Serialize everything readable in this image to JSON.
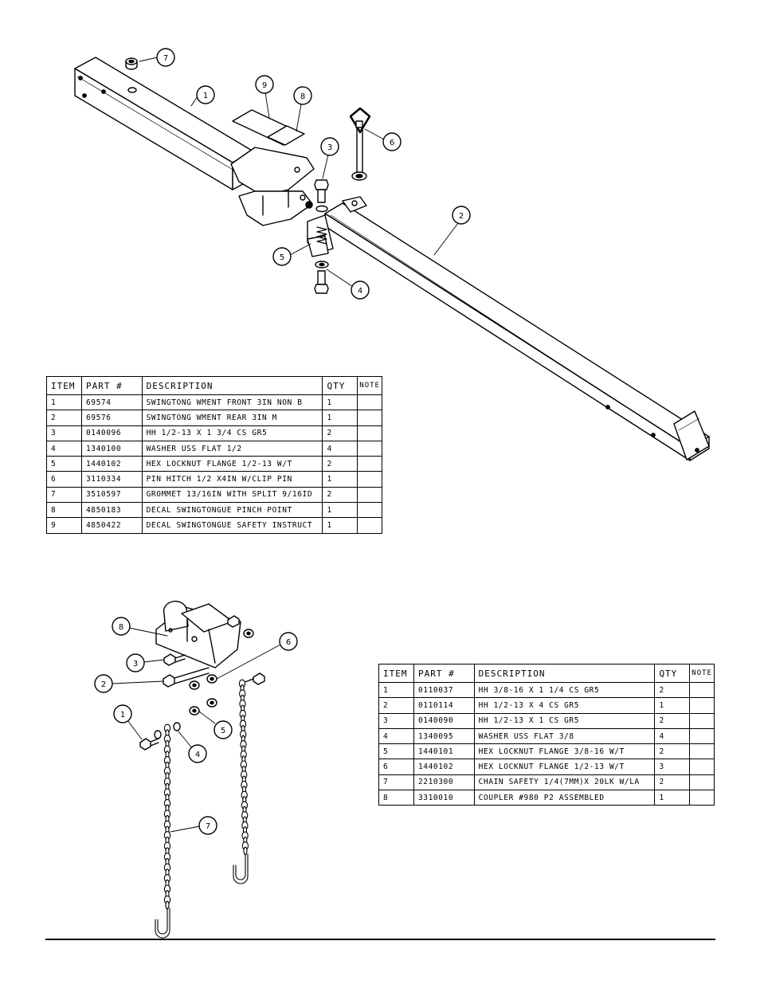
{
  "top_table": {
    "headers": {
      "item": "ITEM",
      "part": "PART #",
      "description": "DESCRIPTION",
      "qty": "QTY",
      "note": "NOTE"
    },
    "rows": [
      {
        "item": "1",
        "part": "69574",
        "description": "SWINGTONG WMENT FRONT 3IN NON B",
        "qty": "1",
        "note": ""
      },
      {
        "item": "2",
        "part": "69576",
        "description": "SWINGTONG WMENT REAR 3IN M",
        "qty": "1",
        "note": ""
      },
      {
        "item": "3",
        "part": "0140096",
        "description": "HH 1/2-13 X 1 3/4 CS GR5",
        "qty": "2",
        "note": ""
      },
      {
        "item": "4",
        "part": "1340100",
        "description": "WASHER USS FLAT 1/2",
        "qty": "4",
        "note": ""
      },
      {
        "item": "5",
        "part": "1440102",
        "description": "HEX LOCKNUT FLANGE 1/2-13 W/T",
        "qty": "2",
        "note": ""
      },
      {
        "item": "6",
        "part": "3110334",
        "description": "PIN HITCH 1/2 X4IN W/CLIP PIN",
        "qty": "1",
        "note": ""
      },
      {
        "item": "7",
        "part": "3510597",
        "description": "GROMMET 13/16IN  WITH SPLIT 9/16ID",
        "qty": "2",
        "note": ""
      },
      {
        "item": "8",
        "part": "4850183",
        "description": "DECAL SWINGTONGUE PINCH POINT",
        "qty": "1",
        "note": ""
      },
      {
        "item": "9",
        "part": "4850422",
        "description": "DECAL SWINGTONGUE SAFETY INSTRUCT",
        "qty": "1",
        "note": ""
      }
    ]
  },
  "bottom_table": {
    "headers": {
      "item": "ITEM",
      "part": "PART #",
      "description": "DESCRIPTION",
      "qty": "QTY",
      "note": "NOTE"
    },
    "rows": [
      {
        "item": "1",
        "part": "0110037",
        "description": "HH 3/8-16 X 1 1/4 CS GR5",
        "qty": "2",
        "note": ""
      },
      {
        "item": "2",
        "part": "0110114",
        "description": "HH 1/2-13 X 4 CS GR5",
        "qty": "1",
        "note": ""
      },
      {
        "item": "3",
        "part": "0140090",
        "description": "HH 1/2-13 X 1 CS GR5",
        "qty": "2",
        "note": ""
      },
      {
        "item": "4",
        "part": "1340095",
        "description": "WASHER USS FLAT 3/8",
        "qty": "4",
        "note": ""
      },
      {
        "item": "5",
        "part": "1440101",
        "description": "HEX LOCKNUT FLANGE 3/8-16 W/T",
        "qty": "2",
        "note": ""
      },
      {
        "item": "6",
        "part": "1440102",
        "description": "HEX LOCKNUT FLANGE 1/2-13 W/T",
        "qty": "3",
        "note": ""
      },
      {
        "item": "7",
        "part": "2210300",
        "description": "CHAIN SAFETY 1/4(7MM)X 20LK W/LA",
        "qty": "2",
        "note": ""
      },
      {
        "item": "8",
        "part": "3310010",
        "description": "COUPLER #980 P2 ASSEMBLED",
        "qty": "1",
        "note": ""
      }
    ]
  },
  "top_callouts": [
    "7",
    "1",
    "9",
    "8",
    "3",
    "6",
    "2",
    "5",
    "4"
  ],
  "bottom_callouts": [
    "8",
    "3",
    "2",
    "1",
    "6",
    "5",
    "4",
    "7"
  ]
}
